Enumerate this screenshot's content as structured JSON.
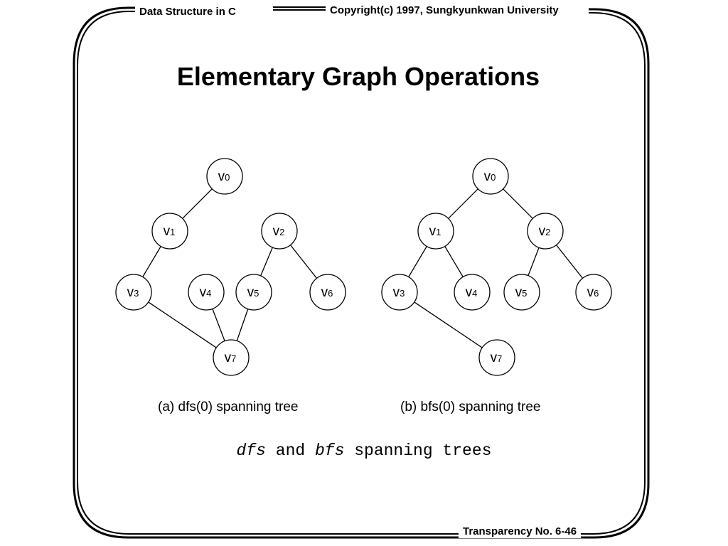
{
  "header": {
    "left": "Data Structure in C",
    "right": "Copyright(c) 1997, Sungkyunkwan University"
  },
  "title": "Elementary Graph Operations",
  "footer": "Transparency  No. 6-46",
  "trees": [
    {
      "id": "dfs",
      "caption": "(a) dfs(0) spanning tree",
      "nodes": [
        {
          "id": "v0",
          "label": "v",
          "sub": "0"
        },
        {
          "id": "v1",
          "label": "v",
          "sub": "1"
        },
        {
          "id": "v2",
          "label": "v",
          "sub": "2"
        },
        {
          "id": "v3",
          "label": "v",
          "sub": "3"
        },
        {
          "id": "v4",
          "label": "v",
          "sub": "4"
        },
        {
          "id": "v5",
          "label": "v",
          "sub": "5"
        },
        {
          "id": "v6",
          "label": "v",
          "sub": "6"
        },
        {
          "id": "v7",
          "label": "v",
          "sub": "7"
        }
      ],
      "edges": [
        [
          "v0",
          "v1"
        ],
        [
          "v1",
          "v3"
        ],
        [
          "v3",
          "v7"
        ],
        [
          "v4",
          "v7"
        ],
        [
          "v5",
          "v7"
        ],
        [
          "v2",
          "v5"
        ],
        [
          "v2",
          "v6"
        ]
      ]
    },
    {
      "id": "bfs",
      "caption": "(b) bfs(0) spanning tree",
      "nodes": [
        {
          "id": "v0",
          "label": "v",
          "sub": "0"
        },
        {
          "id": "v1",
          "label": "v",
          "sub": "1"
        },
        {
          "id": "v2",
          "label": "v",
          "sub": "2"
        },
        {
          "id": "v3",
          "label": "v",
          "sub": "3"
        },
        {
          "id": "v4",
          "label": "v",
          "sub": "4"
        },
        {
          "id": "v5",
          "label": "v",
          "sub": "5"
        },
        {
          "id": "v6",
          "label": "v",
          "sub": "6"
        },
        {
          "id": "v7",
          "label": "v",
          "sub": "7"
        }
      ],
      "edges": [
        [
          "v0",
          "v1"
        ],
        [
          "v0",
          "v2"
        ],
        [
          "v1",
          "v3"
        ],
        [
          "v1",
          "v4"
        ],
        [
          "v2",
          "v5"
        ],
        [
          "v2",
          "v6"
        ],
        [
          "v3",
          "v7"
        ]
      ]
    }
  ],
  "subtitle": {
    "part1": "dfs",
    "part2": " and ",
    "part3": "bfs",
    "part4": " spanning trees"
  }
}
